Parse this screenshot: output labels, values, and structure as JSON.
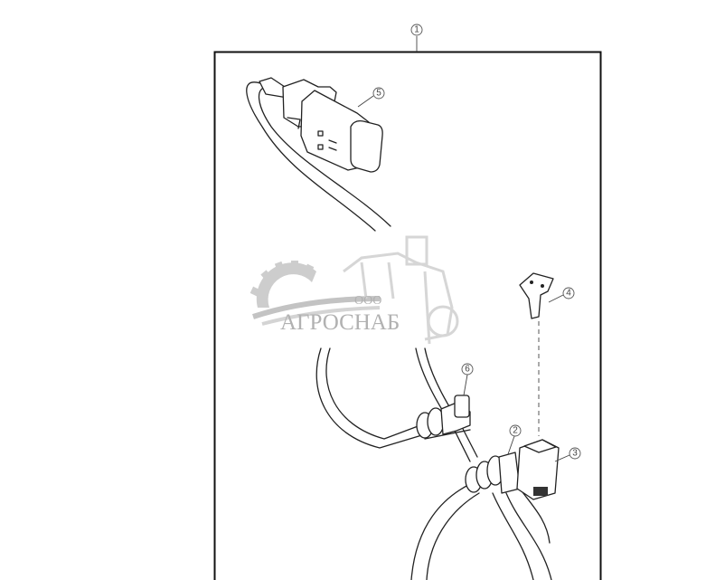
{
  "diagram": {
    "callouts": [
      {
        "id": "1",
        "label": "1"
      },
      {
        "id": "2",
        "label": "2"
      },
      {
        "id": "3",
        "label": "3"
      },
      {
        "id": "4",
        "label": "4"
      },
      {
        "id": "5",
        "label": "5"
      },
      {
        "id": "6",
        "label": "6"
      }
    ]
  },
  "watermark": {
    "prefix": "ООО",
    "name": "АГРОСНАБ"
  }
}
